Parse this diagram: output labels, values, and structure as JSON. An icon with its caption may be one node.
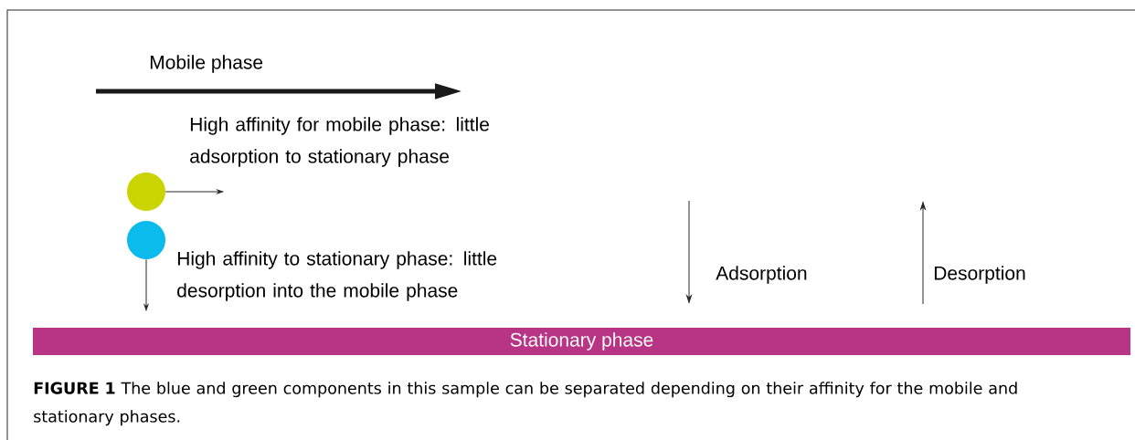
{
  "diagram": {
    "caption": "**FIGURE 1** The blue and green components in this sample can be separated depending on their affinity for the mobile and stationary phases.",
    "nodes": [
      {
        "text": [],
        "shape": "circle"
      },
      {
        "text": [],
        "shape": "circle"
      },
      {
        "text": [
          "Stationary phase"
        ]
      }
    ],
    "edges": [
      {
        "from": 0,
        "to": null,
        "arrow": "to"
      },
      {
        "from": 1,
        "to": null,
        "arrow": "to"
      }
    ],
    "labels": [
      "Mobile phase",
      "High affinity for mobile phase: little adsorption to stationary phase",
      "High affinity to stationary phase: little desorption into the mobile phase",
      "Adsorption",
      "Desorption"
    ]
  }
}
